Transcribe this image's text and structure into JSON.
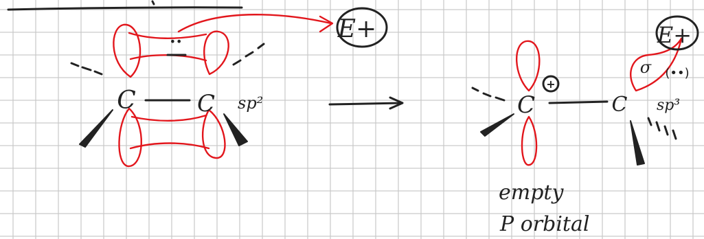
{
  "reactant": {
    "left_carbon": "C",
    "right_carbon": "C",
    "hybridization": "sp²",
    "electrophile": "E+",
    "electron_pair": "••"
  },
  "arrow": "reaction-arrow",
  "product": {
    "carbocation_carbon": "C",
    "positive_charge": "+",
    "right_carbon": "C",
    "hybridization": "sp³",
    "electrophile": "E+",
    "sigma_label": "σ",
    "electron_pair": "(••)",
    "empty_orbital_label_line1": "empty",
    "empty_orbital_label_line2": "P orbital"
  },
  "colors": {
    "ink": "#222222",
    "orbital": "#e2161c",
    "grid": "#c9c9c9"
  }
}
